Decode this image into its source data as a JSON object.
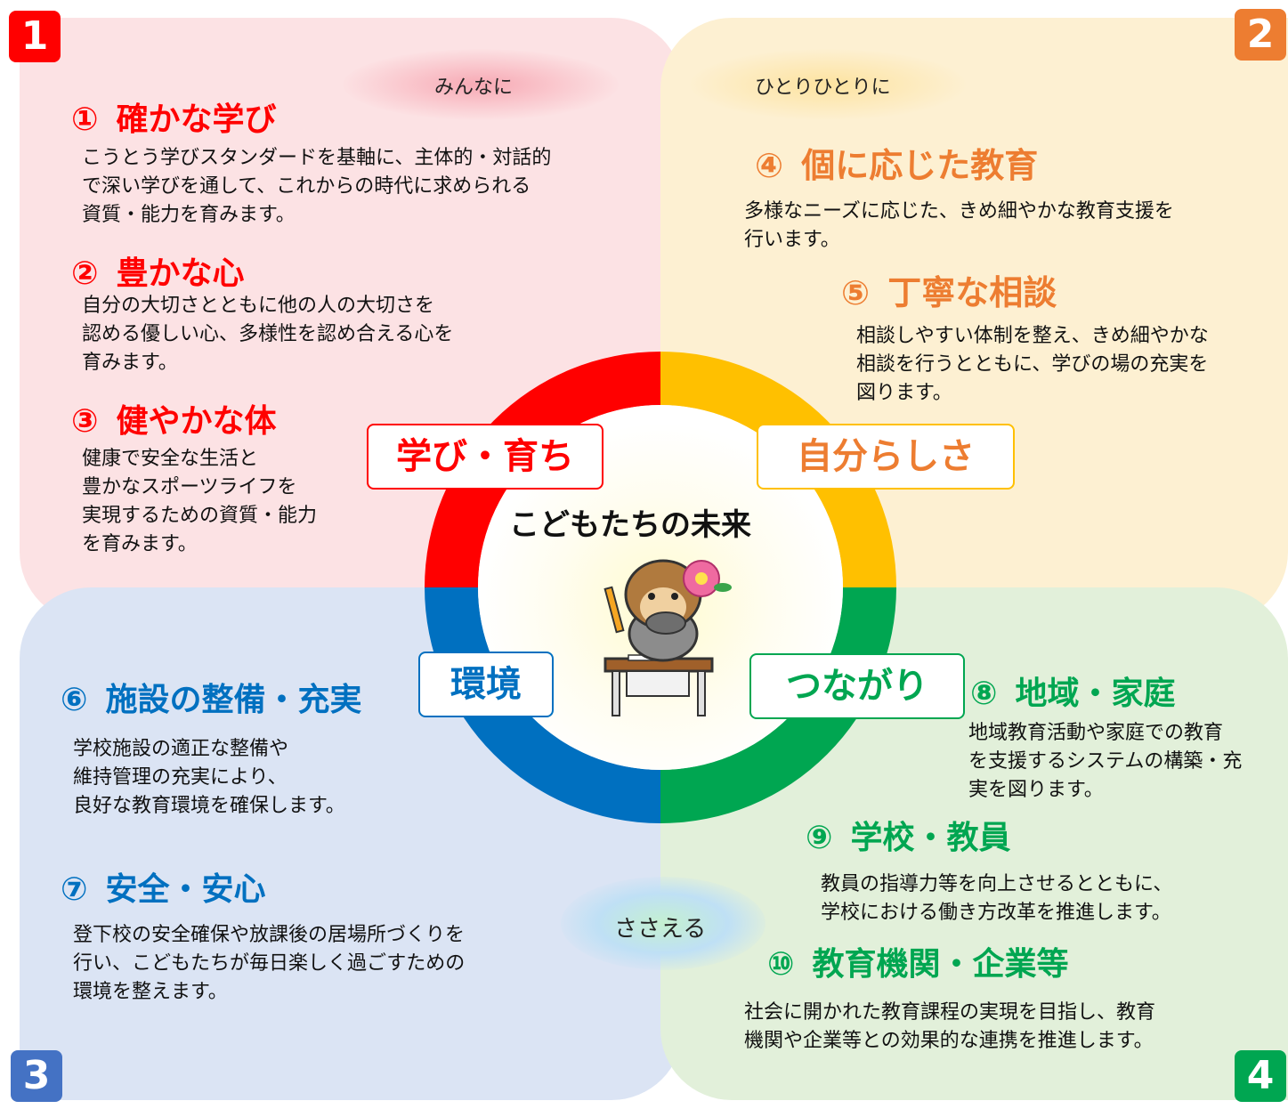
{
  "colors": {
    "red": "#ff0000",
    "orange": "#ed7d31",
    "yellow": "#ffc000",
    "blue": "#0070c0",
    "green": "#00a651"
  },
  "badges": {
    "q1": "1",
    "q2": "2",
    "q3": "3",
    "q4": "4"
  },
  "pills": {
    "q1": "みんなに",
    "q2": "ひとりひとりに",
    "q4": "ささえる"
  },
  "center": {
    "title": "こどもたちの未来",
    "mascot": "mascot-character-icon"
  },
  "ring_labels": {
    "top_left": "学び・育ち",
    "top_right": "自分らしさ",
    "bottom_left": "環境",
    "bottom_right": "つながり"
  },
  "items": [
    {
      "num": "①",
      "title": "確かな学び",
      "lines": [
        "こうとう学びスタンダードを基軸に、主体的・対話的",
        "で深い学びを通して、これからの時代に求められる",
        "資質・能力を育みます。"
      ]
    },
    {
      "num": "②",
      "title": "豊かな心",
      "lines": [
        "自分の大切さとともに他の人の大切さを",
        "認める優しい心、多様性を認め合える心を",
        "育みます。"
      ]
    },
    {
      "num": "③",
      "title": "健やかな体",
      "lines": [
        "健康で安全な生活と",
        "豊かなスポーツライフを",
        "実現するための資質・能力",
        "を育みます。"
      ]
    },
    {
      "num": "④",
      "title": "個に応じた教育",
      "lines": [
        "多様なニーズに応じた、きめ細やかな教育支援を",
        "行います。"
      ]
    },
    {
      "num": "⑤",
      "title": "丁寧な相談",
      "lines": [
        "相談しやすい体制を整え、きめ細やかな",
        "相談を行うとともに、学びの場の充実を",
        "図ります。"
      ]
    },
    {
      "num": "⑥",
      "title": "施設の整備・充実",
      "lines": [
        "学校施設の適正な整備や",
        "維持管理の充実により、",
        "良好な教育環境を確保します。"
      ]
    },
    {
      "num": "⑦",
      "title": "安全・安心",
      "lines": [
        "登下校の安全確保や放課後の居場所づくりを",
        "行い、こどもたちが毎日楽しく過ごすための",
        "環境を整えます。"
      ]
    },
    {
      "num": "⑧",
      "title": "地域・家庭",
      "lines": [
        "地域教育活動や家庭での教育",
        "を支援するシステムの構築・充",
        "実を図ります。"
      ]
    },
    {
      "num": "⑨",
      "title": "学校・教員",
      "lines": [
        "教員の指導力等を向上させるとともに、",
        "学校における働き方改革を推進します。"
      ]
    },
    {
      "num": "⑩",
      "title": "教育機関・企業等",
      "lines": [
        "社会に開かれた教育課程の実現を目指し、教育",
        "機関や企業等との効果的な連携を推進します。"
      ]
    }
  ]
}
